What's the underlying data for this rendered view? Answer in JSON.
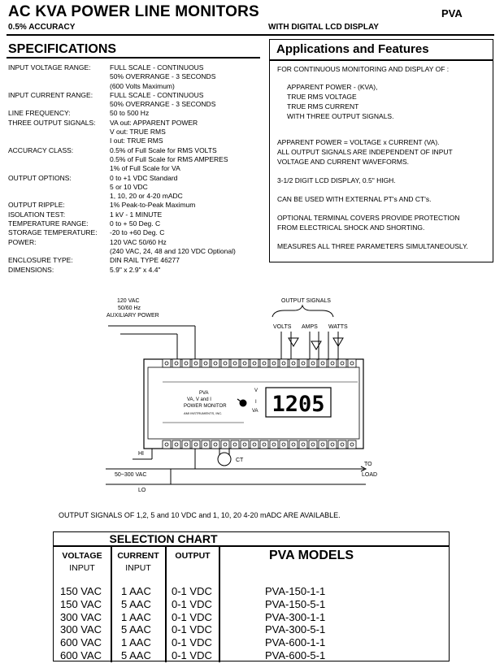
{
  "header": {
    "title": "AC  KVA POWER LINE MONITORS",
    "model_code": "PVA",
    "accuracy": "0.5% ACCURACY",
    "display_note": "WITH DIGITAL LCD DISPLAY"
  },
  "specifications": {
    "heading": "SPECIFICATIONS",
    "rows": [
      {
        "label": "INPUT VOLTAGE RANGE:",
        "value": "FULL SCALE - CONTINUOUS"
      },
      {
        "label": "",
        "value": "50% OVERRANGE - 3 SECONDS"
      },
      {
        "label": "",
        "value": "(600 Volts Maximum)"
      },
      {
        "label": "INPUT CURRENT RANGE:",
        "value": "FULL SCALE - CONTINUOUS"
      },
      {
        "label": "",
        "value": "50% OVERRANGE - 3 SECONDS"
      },
      {
        "label": "LINE FREQUENCY:",
        "value": "50 to 500 Hz"
      },
      {
        "label": "THREE OUTPUT SIGNALS:",
        "value": "VA out: APPARENT POWER"
      },
      {
        "label": "",
        "value": "V out:    TRUE RMS"
      },
      {
        "label": "",
        "value": "I out:     TRUE RMS"
      },
      {
        "label": "ACCURACY CLASS:",
        "value": "0.5% of Full Scale for  RMS VOLTS"
      },
      {
        "label": "",
        "value": "0.5% of Full Scale for  RMS AMPERES"
      },
      {
        "label": "",
        "value": "1% of Full Scale for  VA"
      },
      {
        "label": "OUTPUT OPTIONS:",
        "value": "0 to +1 VDC Standard"
      },
      {
        "label": "",
        "value": "5 or 10 VDC"
      },
      {
        "label": "",
        "value": "1, 10, 20 or 4-20 mADC"
      },
      {
        "label": "OUTPUT RIPPLE:",
        "value": "1% Peak-to-Peak Maximum"
      },
      {
        "label": "ISOLATION TEST:",
        "value": "1 kV - 1 MINUTE"
      },
      {
        "label": "TEMPERATURE RANGE:",
        "value": "0 to + 50 Deg. C"
      },
      {
        "label": "STORAGE TEMPERATURE:",
        "value": "-20 to +60 Deg. C"
      },
      {
        "label": "POWER:",
        "value": "120 VAC 50/60 Hz"
      },
      {
        "label": "",
        "value": "(240 VAC, 24, 48 and 120 VDC Optional)"
      },
      {
        "label": "ENCLOSURE TYPE:",
        "value": "DIN RAIL TYPE 46277"
      },
      {
        "label": "DIMENSIONS:",
        "value": "5.9\" x 2.9\" x 4.4\""
      }
    ]
  },
  "applications": {
    "heading": "Applications and Features",
    "intro": "FOR CONTINUOUS MONITORING AND DISPLAY OF :",
    "items": [
      "APPARENT POWER - (KVA),",
      "TRUE RMS VOLTAGE",
      "TRUE RMS CURRENT",
      "WITH THREE OUTPUT SIGNALS."
    ],
    "formula": "APPARENT POWER = VOLTAGE x CURRENT    (VA).",
    "independent_1": "ALL OUTPUT SIGNALS ARE INDEPENDENT OF INPUT",
    "independent_2": "VOLTAGE AND CURRENT WAVEFORMS.",
    "lcd": "3-1/2 DIGIT LCD DISPLAY, 0.5\" HIGH.",
    "external": "CAN BE USED WITH EXTERNAL PT's AND CT's.",
    "covers_1": "OPTIONAL TERMINAL COVERS PROVIDE PROTECTION",
    "covers_2": "FROM ELECTRICAL SHOCK AND SHORTING.",
    "measures": "MEASURES ALL THREE PARAMETERS SIMULTANEOUSLY."
  },
  "diagram": {
    "aux_power_1": "120  VAC",
    "aux_power_2": "50/60  Hz",
    "aux_power_3": "AUXILIARY  POWER",
    "output_signals": "OUTPUT  SIGNALS",
    "volts": "VOLTS",
    "amps": "AMPS",
    "watts": "WATTS",
    "device_line1": "PVA",
    "device_line2": "VA,  V  and  I",
    "device_line3": "POWER  MONITOR",
    "device_line4": "AMI INSTRUMENTS, INC.",
    "switch_v": "V",
    "switch_i": "I",
    "switch_va": "VA",
    "lcd_value": "1205",
    "hi": "HI",
    "input_voltage": "50~300  VAC",
    "lo": "LO",
    "ct": "CT",
    "to_load_1": "TO",
    "to_load_2": "LOAD"
  },
  "note": "OUTPUT SIGNALS OF 1,2, 5 and 10 VDC and 1, 10, 20 4-20 mADC ARE AVAILABLE.",
  "selection_chart": {
    "title": "SELECTION  CHART",
    "col_voltage_1": "VOLTAGE",
    "col_voltage_2": "INPUT",
    "col_current_1": "CURRENT",
    "col_current_2": "INPUT",
    "col_output": "OUTPUT",
    "col_models": "PVA MODELS",
    "rows": [
      {
        "voltage": "150 VAC",
        "current": "1 AAC",
        "output": "0-1 VDC",
        "model": "PVA-150-1-1"
      },
      {
        "voltage": "150 VAC",
        "current": "5 AAC",
        "output": "0-1 VDC",
        "model": "PVA-150-5-1"
      },
      {
        "voltage": "300 VAC",
        "current": "1 AAC",
        "output": "0-1 VDC",
        "model": "PVA-300-1-1"
      },
      {
        "voltage": "300 VAC",
        "current": "5 AAC",
        "output": "0-1 VDC",
        "model": "PVA-300-5-1"
      },
      {
        "voltage": "600 VAC",
        "current": "1 AAC",
        "output": "0-1 VDC",
        "model": "PVA-600-1-1"
      },
      {
        "voltage": "600 VAC",
        "current": "5 AAC",
        "output": "0-1 VDC",
        "model": "PVA-600-5-1"
      }
    ]
  }
}
